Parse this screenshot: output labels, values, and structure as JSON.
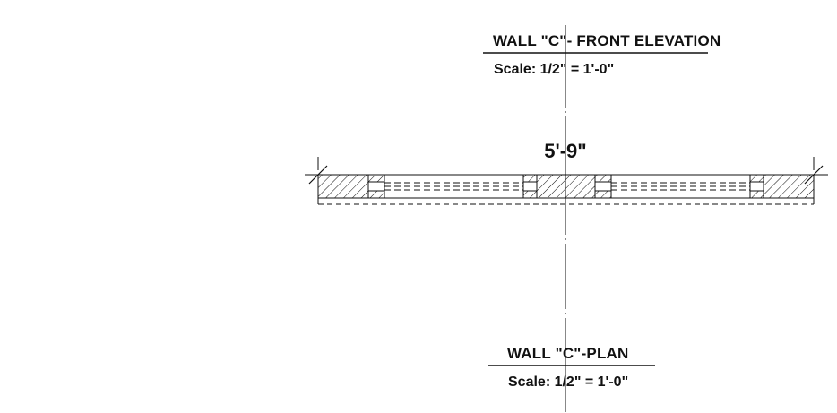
{
  "elevation": {
    "title": "WALL \"C\"- FRONT ELEVATION",
    "scale": "Scale: 1/2\" = 1'-0\""
  },
  "plan": {
    "title": "WALL \"C\"-PLAN",
    "scale": "Scale: 1/2\" = 1'-0\""
  },
  "dimension": {
    "overall": "5'-9\""
  },
  "colors": {
    "ink": "#111111",
    "background": "#ffffff"
  }
}
